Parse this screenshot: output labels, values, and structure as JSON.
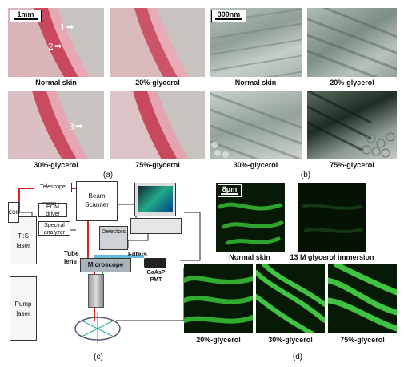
{
  "panel_a": {
    "scalebar": "1mm",
    "captions": [
      "Normal skin",
      "20%-glycerol",
      "30%-glycerol",
      "75%-glycerol"
    ],
    "markers": [
      "1",
      "2",
      "3"
    ],
    "label": "(a)"
  },
  "panel_b": {
    "scalebar": "300nm",
    "captions": [
      "Normal skin",
      "20%-glycerol",
      "30%-glycerol",
      "75%-glycerol"
    ],
    "label": "(b)"
  },
  "panel_c": {
    "components": {
      "telescope": "Telescope",
      "eom": "EOM",
      "eom_driver": "EOM driver",
      "spectral_analyzer": "Spectral analyzer",
      "beam_scanner": "Beam Scanner",
      "ti_s_laser": "Ti:S laser",
      "pump_laser": "Pump laser",
      "detectors": "Detectors",
      "tube_lens": "Tube lens",
      "filters": "Filters",
      "microscope": "Microscope",
      "gaasp_pmt": "GaAsP PMT"
    },
    "label": "(c)"
  },
  "panel_d": {
    "scalebar": "8μm",
    "captions": [
      "Normal skin",
      "13 M glycerol immersion",
      "20%-glycerol",
      "30%-glycerol",
      "75%-glycerol"
    ],
    "label": "(d)"
  },
  "colors": {
    "tissue_pink": "#d98f9f",
    "background_gray": "#c9c6c2",
    "shg_green": "#3cd13c",
    "laser_red": "#d22"
  }
}
